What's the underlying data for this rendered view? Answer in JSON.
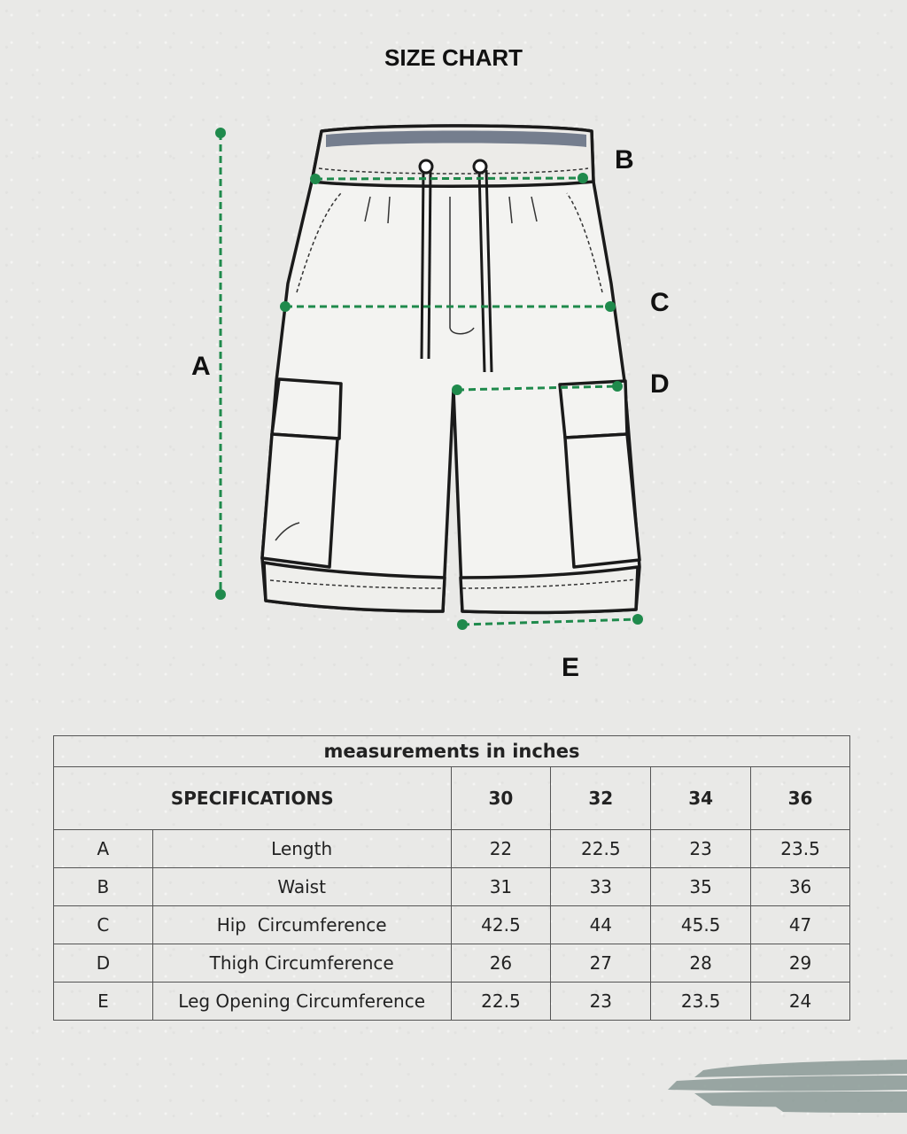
{
  "page_title": "SIZE CHART",
  "dimension_labels": {
    "a": "A",
    "b": "B",
    "c": "C",
    "d": "D",
    "e": "E"
  },
  "colors": {
    "measure_line": "#1f8a4c",
    "outline": "#1a1a1a",
    "background": "#e9e9e7"
  },
  "table": {
    "caption": "measurements in inches",
    "spec_header": "SPECIFICATIONS",
    "sizes": [
      "30",
      "32",
      "34",
      "36"
    ],
    "rows": [
      {
        "code": "A",
        "name": "Length",
        "values": [
          "22",
          "22.5",
          "23",
          "23.5"
        ]
      },
      {
        "code": "B",
        "name": "Waist",
        "values": [
          "31",
          "33",
          "35",
          "36"
        ]
      },
      {
        "code": "C",
        "name": "Hip  Circumference",
        "values": [
          "42.5",
          "44",
          "45.5",
          "47"
        ]
      },
      {
        "code": "D",
        "name": "Thigh Circumference",
        "values": [
          "26",
          "27",
          "28",
          "29"
        ]
      },
      {
        "code": "E",
        "name": "Leg Opening Circumference",
        "values": [
          "22.5",
          "23",
          "23.5",
          "24"
        ]
      }
    ]
  }
}
